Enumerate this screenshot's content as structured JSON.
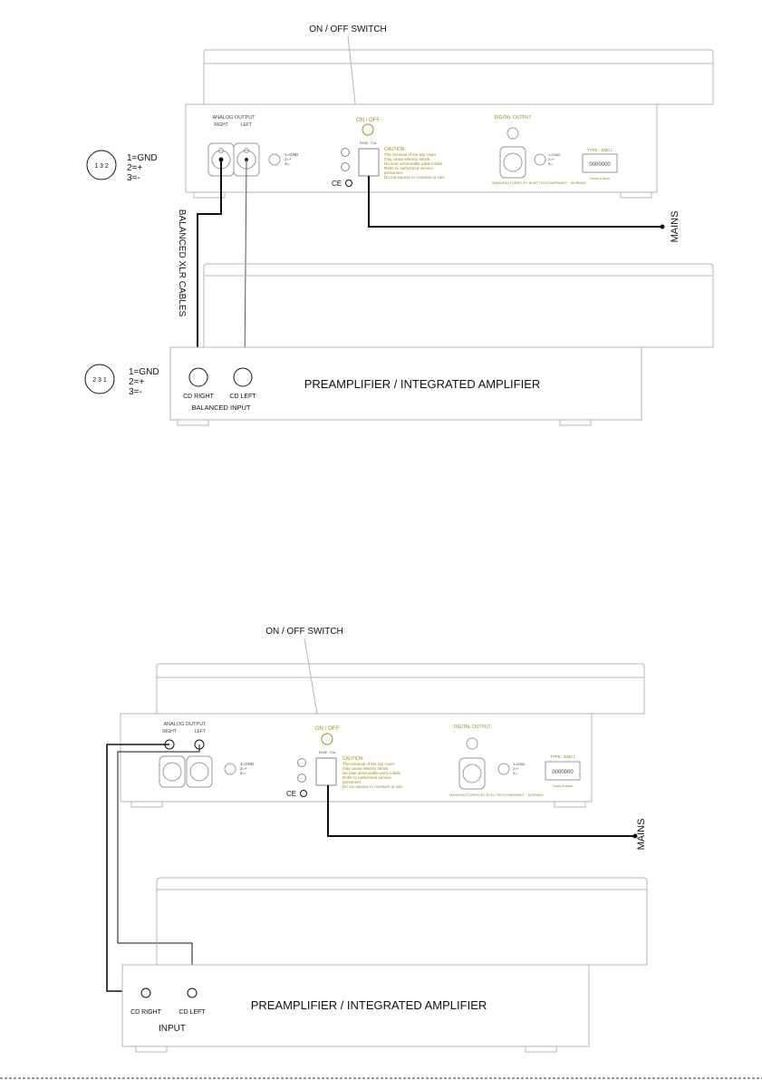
{
  "colors": {
    "ink": "#111111",
    "panel_text": "#9a8d1c",
    "light_line": "#b5b5b5"
  },
  "diagram1": {
    "switch_label": "ON / OFF SWITCH",
    "onoff": "ON / OFF",
    "fuse": "FUSE : T1A",
    "analog_output": "ANALOG OUTPUT",
    "right": "RIGHT",
    "left": "LEFT",
    "pin_gnd": "1=GND",
    "pin_plus": "2=+",
    "pin_minus": "3=-",
    "caution": "CAUTION:",
    "caution_lines": [
      "The removal of the top cover",
      "may cause electric shock.",
      "No user serviceable parts inside.",
      "Refer to authorized service",
      "personnel.",
      "Do not expose to moisture or rain."
    ],
    "digital_output": "DIGITAL OUTPUT",
    "type_label": "TYPE : EMC1",
    "serial": "0000000",
    "class_label": "Class A laser",
    "manufactured": "MANUFACTURED BY ELECTROCOMPANIET · NORWAY",
    "ce": "CE",
    "mains": "MAINS",
    "cables": "BALANCED XLR CABLES",
    "xlr_out_pins": "1 3 2",
    "xlr_in_pins": "2 3 1",
    "gnd": "1=GND",
    "plus": "2=+",
    "minus": "3=-",
    "cd_right": "CD RIGHT",
    "cd_left": "CD LEFT",
    "balanced_input": "BALANCED INPUT",
    "amp_title": "PREAMPLIFIER / INTEGRATED AMPLIFIER"
  },
  "diagram2": {
    "switch_label": "ON / OFF SWITCH",
    "onoff": "ON / OFF",
    "fuse": "FUSE : T1A",
    "analog_output": "ANALOG OUTPUT",
    "right": "RIGHT",
    "left": "LEFT",
    "pin_gnd": "1=GND",
    "pin_plus": "2=+",
    "pin_minus": "3=-",
    "caution": "CAUTION:",
    "caution_lines": [
      "The removal of the top cover",
      "may cause electric shock.",
      "No user serviceable parts inside.",
      "Refer to authorized service",
      "personnel.",
      "Do not expose to moisture or rain."
    ],
    "digital_output": "DIGITAL OUTPUT",
    "type_label": "TYPE : EMC1",
    "serial": "0000000",
    "class_label": "Class A laser",
    "manufactured": "MANUFACTURED BY ELECTROCOMPANIET · NORWAY",
    "ce": "CE",
    "mains": "MAINS",
    "cd_right": "CD RIGHT",
    "cd_left": "CD LEFT",
    "input": "INPUT",
    "amp_title": "PREAMPLIFIER / INTEGRATED AMPLIFIER"
  }
}
